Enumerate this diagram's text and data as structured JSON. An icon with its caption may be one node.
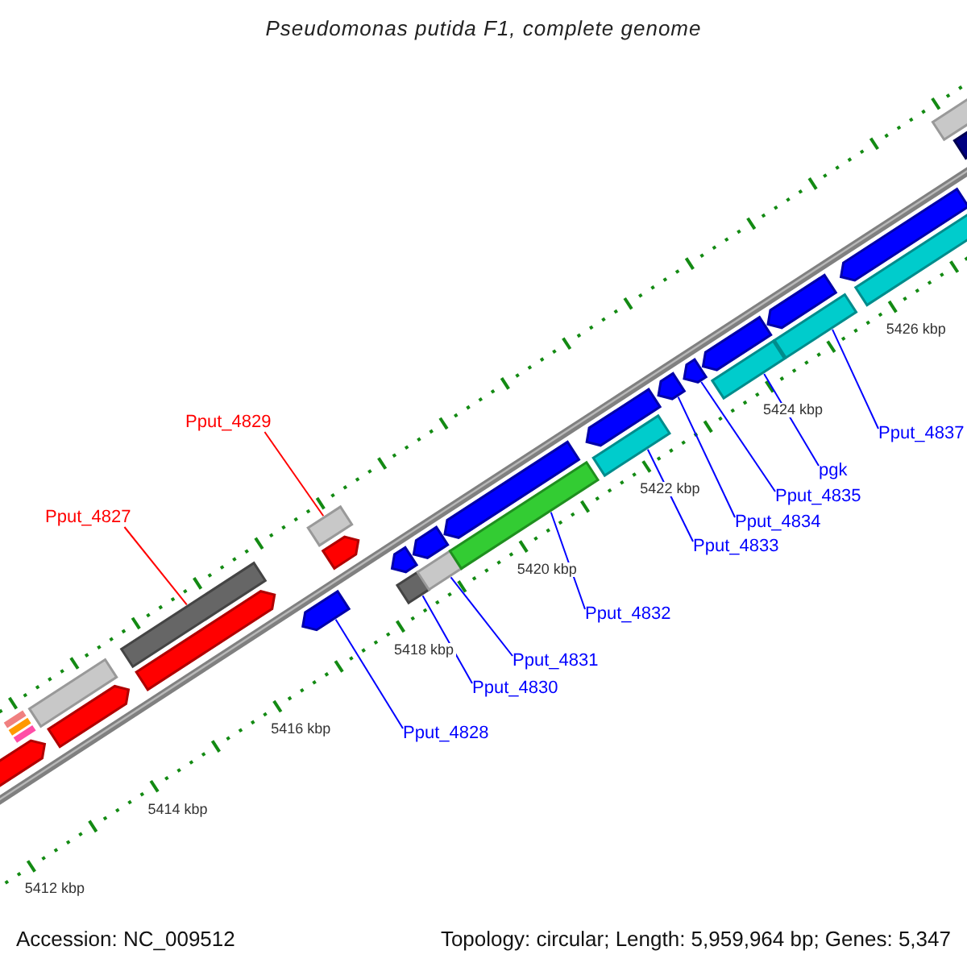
{
  "diagram": {
    "title": "Pseudomonas putida F1, complete genome",
    "nodes": [
      {
        "text": [
          "Pput_4829"
        ]
      },
      {
        "text": [
          "Pput_4837"
        ]
      },
      {
        "text": [
          "pgk"
        ]
      },
      {
        "text": [
          "Pput_4835"
        ]
      },
      {
        "text": [
          "Pput_4827"
        ]
      },
      {
        "text": [
          "Pput_4834"
        ]
      },
      {
        "text": [
          "Pput_4833"
        ]
      },
      {
        "text": [
          "Pput_4832"
        ]
      },
      {
        "text": [
          "Pput_4831"
        ]
      },
      {
        "text": [
          "Pput_4830"
        ]
      },
      {
        "text": [
          "Pput_4828"
        ]
      },
      {
        "text": [],
        "shape": "bar"
      },
      {
        "text": [],
        "shape": "bar"
      },
      {
        "text": [],
        "shape": "bar"
      },
      {
        "text": [],
        "shape": "bar"
      },
      {
        "text": [],
        "shape": "bar"
      },
      {
        "text": [],
        "shape": "bar"
      },
      {
        "text": [],
        "shape": "bar"
      },
      {
        "text": [],
        "shape": "bar"
      },
      {
        "text": [],
        "shape": "bar"
      },
      {
        "text": [],
        "shape": "bar"
      },
      {
        "text": [],
        "shape": "bar"
      },
      {
        "text": [],
        "shape": "bar"
      },
      {
        "text": [],
        "shape": "bar"
      },
      {
        "text": [],
        "shape": "bar"
      },
      {
        "text": [],
        "shape": "bar"
      },
      {
        "text": [],
        "shape": "bar"
      },
      {
        "text": [],
        "shape": "bar"
      },
      {
        "text": [],
        "shape": "bar"
      },
      {
        "text": [],
        "shape": "bar"
      },
      {
        "text": [],
        "shape": "bar"
      },
      {
        "text": [],
        "shape": "bar"
      },
      {
        "text": [],
        "shape": "bar"
      },
      {
        "text": [],
        "shape": "bar"
      },
      {
        "text": [],
        "shape": "bar"
      },
      {
        "text": [],
        "shape": "bar"
      },
      {
        "text": [],
        "shape": "bar"
      },
      {
        "text": [],
        "shape": "bar"
      },
      {
        "text": [],
        "shape": "bar"
      },
      {
        "text": [],
        "shape": "bar"
      }
    ],
    "edges": [
      {
        "from": 0,
        "to": 20,
        "arrow": "none",
        "color": "#ff0000"
      },
      {
        "from": 1,
        "to": 35,
        "arrow": "none"
      },
      {
        "from": 2,
        "to": 33,
        "arrow": "none"
      },
      {
        "from": 3,
        "to": 31,
        "arrow": "none"
      },
      {
        "from": 4,
        "to": 17,
        "arrow": "none",
        "color": "#ff0000"
      },
      {
        "from": 5,
        "to": 30,
        "arrow": "none"
      },
      {
        "from": 6,
        "to": 29,
        "arrow": "none"
      },
      {
        "from": 7,
        "to": 27,
        "arrow": "none"
      },
      {
        "from": 8,
        "to": 25,
        "arrow": "none"
      },
      {
        "from": 9,
        "to": 23,
        "arrow": "none"
      },
      {
        "from": 10,
        "to": 19,
        "arrow": "none"
      }
    ],
    "labels": [
      "5426 kbp",
      "5424 kbp",
      "5422 kbp",
      "5420 kbp",
      "5418 kbp",
      "5416 kbp",
      "5414 kbp",
      "5412 kbp",
      "Accession: NC_009512",
      "Topology: circular; Length: 5,959,964 bp; Genes: 5,347"
    ]
  }
}
